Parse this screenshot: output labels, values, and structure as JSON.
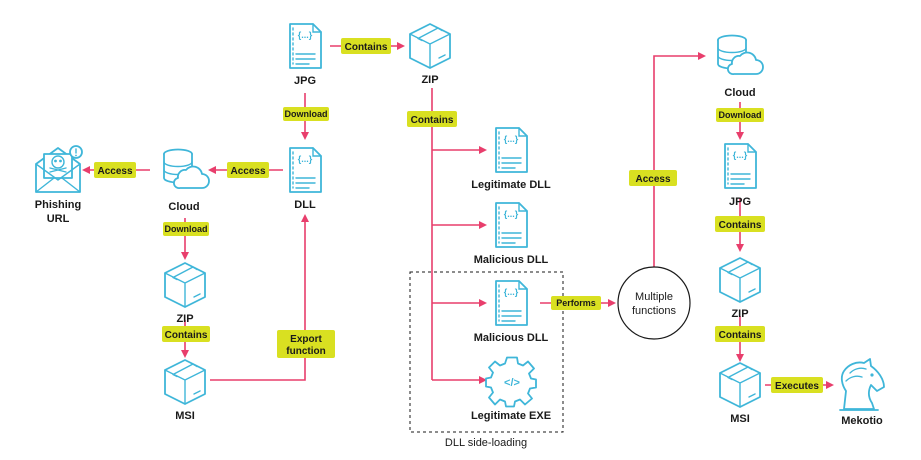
{
  "nodes": {
    "phishing_url": "Phishing URL",
    "phishing_url_line1": "Phishing",
    "phishing_url_line2": "URL",
    "cloud_left": "Cloud",
    "zip_left": "ZIP",
    "msi_left": "MSI",
    "dll_left": "DLL",
    "jpg_top": "JPG",
    "zip_center": "ZIP",
    "legit_dll": "Legitimate DLL",
    "malicious_dll_1": "Malicious DLL",
    "malicious_dll_2": "Malicious DLL",
    "legit_exe": "Legitimate EXE",
    "multiple_functions_line1": "Multiple",
    "multiple_functions_line2": "functions",
    "cloud_right": "Cloud",
    "jpg_right": "JPG",
    "zip_right": "ZIP",
    "msi_right": "MSI",
    "mekotio": "Mekotio"
  },
  "edges": {
    "access_1": "Access",
    "access_2": "Access",
    "download_1": "Download",
    "download_2": "Download",
    "contains_1": "Contains",
    "export_line1": "Export",
    "export_line2": "function",
    "contains_top": "Contains",
    "contains_center": "Contains",
    "performs": "Performs",
    "access_3": "Access",
    "download_3": "Download",
    "contains_r1": "Contains",
    "contains_r2": "Contains",
    "executes": "Executes"
  },
  "groups": {
    "side_loading": "DLL side-loading"
  },
  "icons": {
    "file_glyph": "{...}",
    "exe_glyph": "</>"
  },
  "colors": {
    "connector": "#e83e6c",
    "label_pill": "#d9e021",
    "icon": "#3fb6d9"
  }
}
